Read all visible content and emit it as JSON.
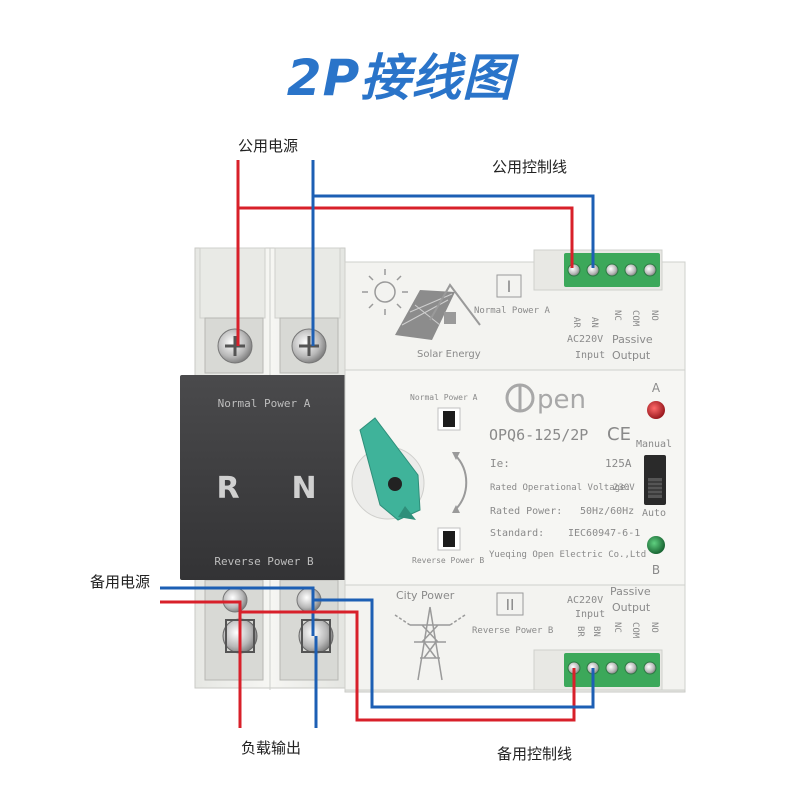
{
  "title": "2P接线图",
  "callouts": {
    "normal_supply": "公用电源",
    "normal_control": "公用控制线",
    "backup_supply": "备用电源",
    "load_output": "负载输出",
    "backup_control": "备用控制线"
  },
  "device": {
    "brand": "pen",
    "model": "OPQ6-125/2P",
    "ce_mark": "CE",
    "ie_label": "Ie:",
    "ie_value": "125A",
    "rated_voltage_label": "Rated Operational Voltage:",
    "rated_voltage_value": "230V",
    "rated_power_label": "Rated Power:",
    "rated_power_value": "50Hz/60Hz",
    "standard_label": "Standard:",
    "standard_value": "IEC60947-6-1",
    "manufacturer": "Yueqing Open Electric Co.,Ltd",
    "normal_power_a": "Normal Power A",
    "reverse_power_b": "Reverse Power B",
    "left_panel_top": "Normal Power A",
    "left_panel_bottom": "Reverse Power B",
    "phase_r": "R",
    "phase_n": "N",
    "indicator_a": "A",
    "indicator_b": "B",
    "mode_manual": "Manual",
    "mode_auto": "Auto",
    "roman_one": "I",
    "roman_two": "II",
    "solar_energy": "Solar Energy",
    "city_power": "City Power",
    "top_module": {
      "terminal_ar": "AR",
      "terminal_an": "AN",
      "input_voltage": "AC220V",
      "input_label": "Input",
      "terminal_nc": "NC",
      "terminal_com": "COM",
      "terminal_no": "NO",
      "passive": "Passive",
      "output": "Output",
      "power_label": "Normal Power A"
    },
    "bottom_module": {
      "terminal_br": "BR",
      "terminal_bn": "BN",
      "input_voltage": "AC220V",
      "input_label": "Input",
      "terminal_nc": "NC",
      "terminal_com": "COM",
      "terminal_no": "NO",
      "passive": "Passive",
      "output": "Output",
      "power_label": "Reverse Power B"
    }
  },
  "colors": {
    "title": "#2a74c9",
    "live_wire": "#d8202a",
    "neutral_wire": "#1d5fb4",
    "body": "#f1f2ef",
    "front_panel": "#3c3c3e",
    "knob": "#3fb39a",
    "terminal_green": "#3ca85a",
    "indicator_red": "#b4141e",
    "indicator_green": "#1a7a3a"
  }
}
